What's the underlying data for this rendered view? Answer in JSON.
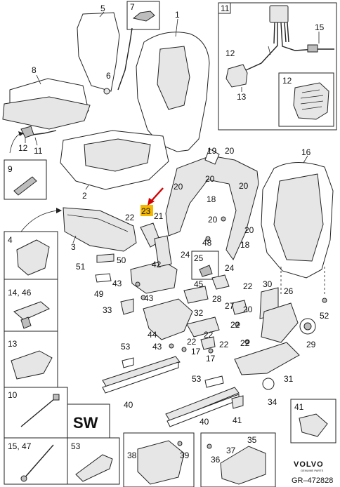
{
  "highlight_color": "#f5b800",
  "arrow_color": "#d40000",
  "labels": {
    "l1": "1",
    "l2": "2",
    "l3": "3",
    "l4": "4",
    "l5": "5",
    "l6": "6",
    "l7": "7",
    "l8": "8",
    "l9": "9",
    "l10": "10",
    "l11": "11",
    "l11box": "11",
    "l12": "12",
    "l12a": "12",
    "l12b": "12",
    "l13": "13",
    "l13box": "13",
    "l14_46": "14, 46",
    "l15": "15",
    "l15_47": "15, 47",
    "l16": "16",
    "l17a": "17",
    "l17b": "17",
    "l18a": "18",
    "l18b": "18",
    "l19": "19",
    "l20a": "20",
    "l20b": "20",
    "l20c": "20",
    "l20d": "20",
    "l20e": "20",
    "l20f": "20",
    "l21": "21",
    "l22a": "22",
    "l22b": "22",
    "l22c": "22",
    "l22d": "22",
    "l22e": "22",
    "l22f": "22",
    "l23": "23",
    "l24a": "24",
    "l24b": "24",
    "l25": "25",
    "l26": "26",
    "l27": "27",
    "l28": "28",
    "l29": "29",
    "l30": "30",
    "l31": "31",
    "l32": "32",
    "l33": "33",
    "l34": "34",
    "l35": "35",
    "l36": "36",
    "l37": "37",
    "l38": "38",
    "l39": "39",
    "l40a": "40",
    "l40b": "40",
    "l41": "41",
    "l41box": "41",
    "l42": "42",
    "l43a": "43",
    "l43b": "43",
    "l43c": "43",
    "l44": "44",
    "l45": "45",
    "l48": "48",
    "l49": "49",
    "l50": "50",
    "l51": "51",
    "l52": "52",
    "l53a": "53",
    "l53b": "53",
    "l53box": "53",
    "sw": "SW"
  },
  "logo": {
    "brand": "VOLVO",
    "sub": "GENUINE PARTS"
  },
  "drawing_code": "GR–472828"
}
